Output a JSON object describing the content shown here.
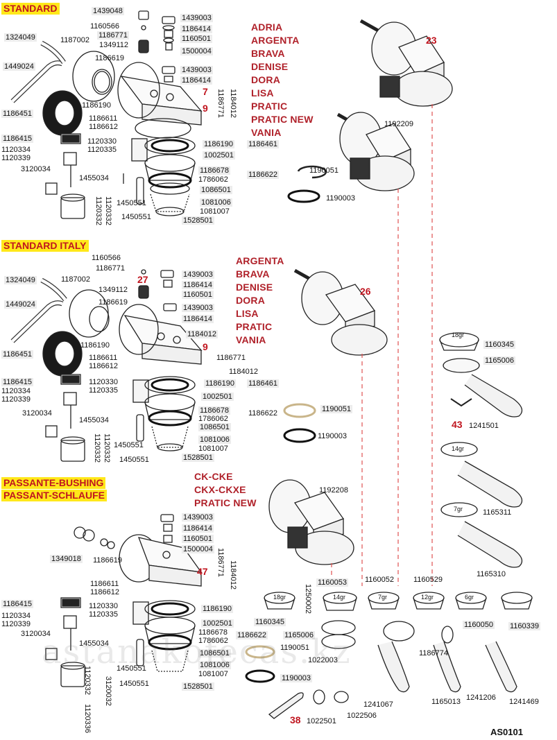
{
  "sections": {
    "standard": {
      "title": "STANDARD",
      "models": [
        "ADRIA",
        "ARGENTA",
        "BRAVA",
        "DENISE",
        "DORA",
        "LISA",
        "PRATIC",
        "PRATIC NEW",
        "VANIA"
      ],
      "group_ref": "23",
      "group_code": "1192209",
      "ref_screw": "7",
      "ref_group": "9"
    },
    "italy": {
      "title": "STANDARD ITALY",
      "models": [
        "ARGENTA",
        "BRAVA",
        "DENISE",
        "DORA",
        "LISA",
        "PRATIC",
        "VANIA"
      ],
      "group_ref": "26",
      "ref_top": "27",
      "ref_group": "9"
    },
    "bushing": {
      "title_line1": "PASSANTE-BUSHING",
      "title_line2": "PASSANT-SCHLAUFE",
      "models": [
        "CK-CKE",
        "CKX-CKXE",
        "PRATIC NEW"
      ],
      "group_code": "1192208",
      "ref_group": "47"
    }
  },
  "codes": {
    "c1439048": "1439048",
    "c1439003": "1439003",
    "c1160566": "1160566",
    "c1186414": "1186414",
    "c1186771": "1186771",
    "c1160501": "1160501",
    "c1349112": "1349112",
    "c1500004": "1500004",
    "c1324049": "1324049",
    "c1187002": "1187002",
    "c1186619": "1186619",
    "c1449024": "1449024",
    "c1186190": "1186190",
    "c1186451": "1186451",
    "c1186611": "1186611",
    "c1186612": "1186612",
    "c1184012": "1184012",
    "c1186461": "1186461",
    "c1186415": "1186415",
    "c1120330": "1120330",
    "c1120334": "1120334",
    "c1120335": "1120335",
    "c1120339": "1120339",
    "c1002501": "1002501",
    "c3120034": "3120034",
    "c1186678": "1186678",
    "c1786062": "1786062",
    "c1186622": "1186622",
    "c1455034": "1455034",
    "c1086501": "1086501",
    "c1450551": "1450551",
    "c1081006": "1081006",
    "c1081007": "1081007",
    "c1528501": "1528501",
    "c1120332": "1120332",
    "c1190051": "1190051",
    "c1190003": "1190003",
    "c1349018": "1349018",
    "c1120336": "1120336",
    "c3120032": "3120032",
    "c1160345": "1160345",
    "c1165006": "1165006",
    "c1241501": "1241501",
    "c1165311": "1165311",
    "c1165310": "1165310",
    "c1160053": "1160053",
    "c1160052": "1160052",
    "c1160529": "1160529",
    "c1250002": "1250002",
    "c1160050": "1160050",
    "c1160339": "1160339",
    "c1022003": "1022003",
    "c1186774": "1186774",
    "c1241067": "1241067",
    "c1165013": "1165013",
    "c1241206": "1241206",
    "c1241469": "1241469",
    "c1022501": "1022501",
    "c1022506": "1022506"
  },
  "refs": {
    "r43": "43",
    "r38": "38"
  },
  "filter_sizes": {
    "s18": "18gr",
    "s14": "14gr",
    "s7": "7gr",
    "s12": "12gr",
    "s6": "6gr"
  },
  "page_code": "AS0101",
  "watermark": "astanakofecas.kz",
  "colors": {
    "highlight": "#ffe81a",
    "section_title": "#c0151f",
    "model_text": "#b0212a",
    "dashed_line": "#e05050"
  }
}
